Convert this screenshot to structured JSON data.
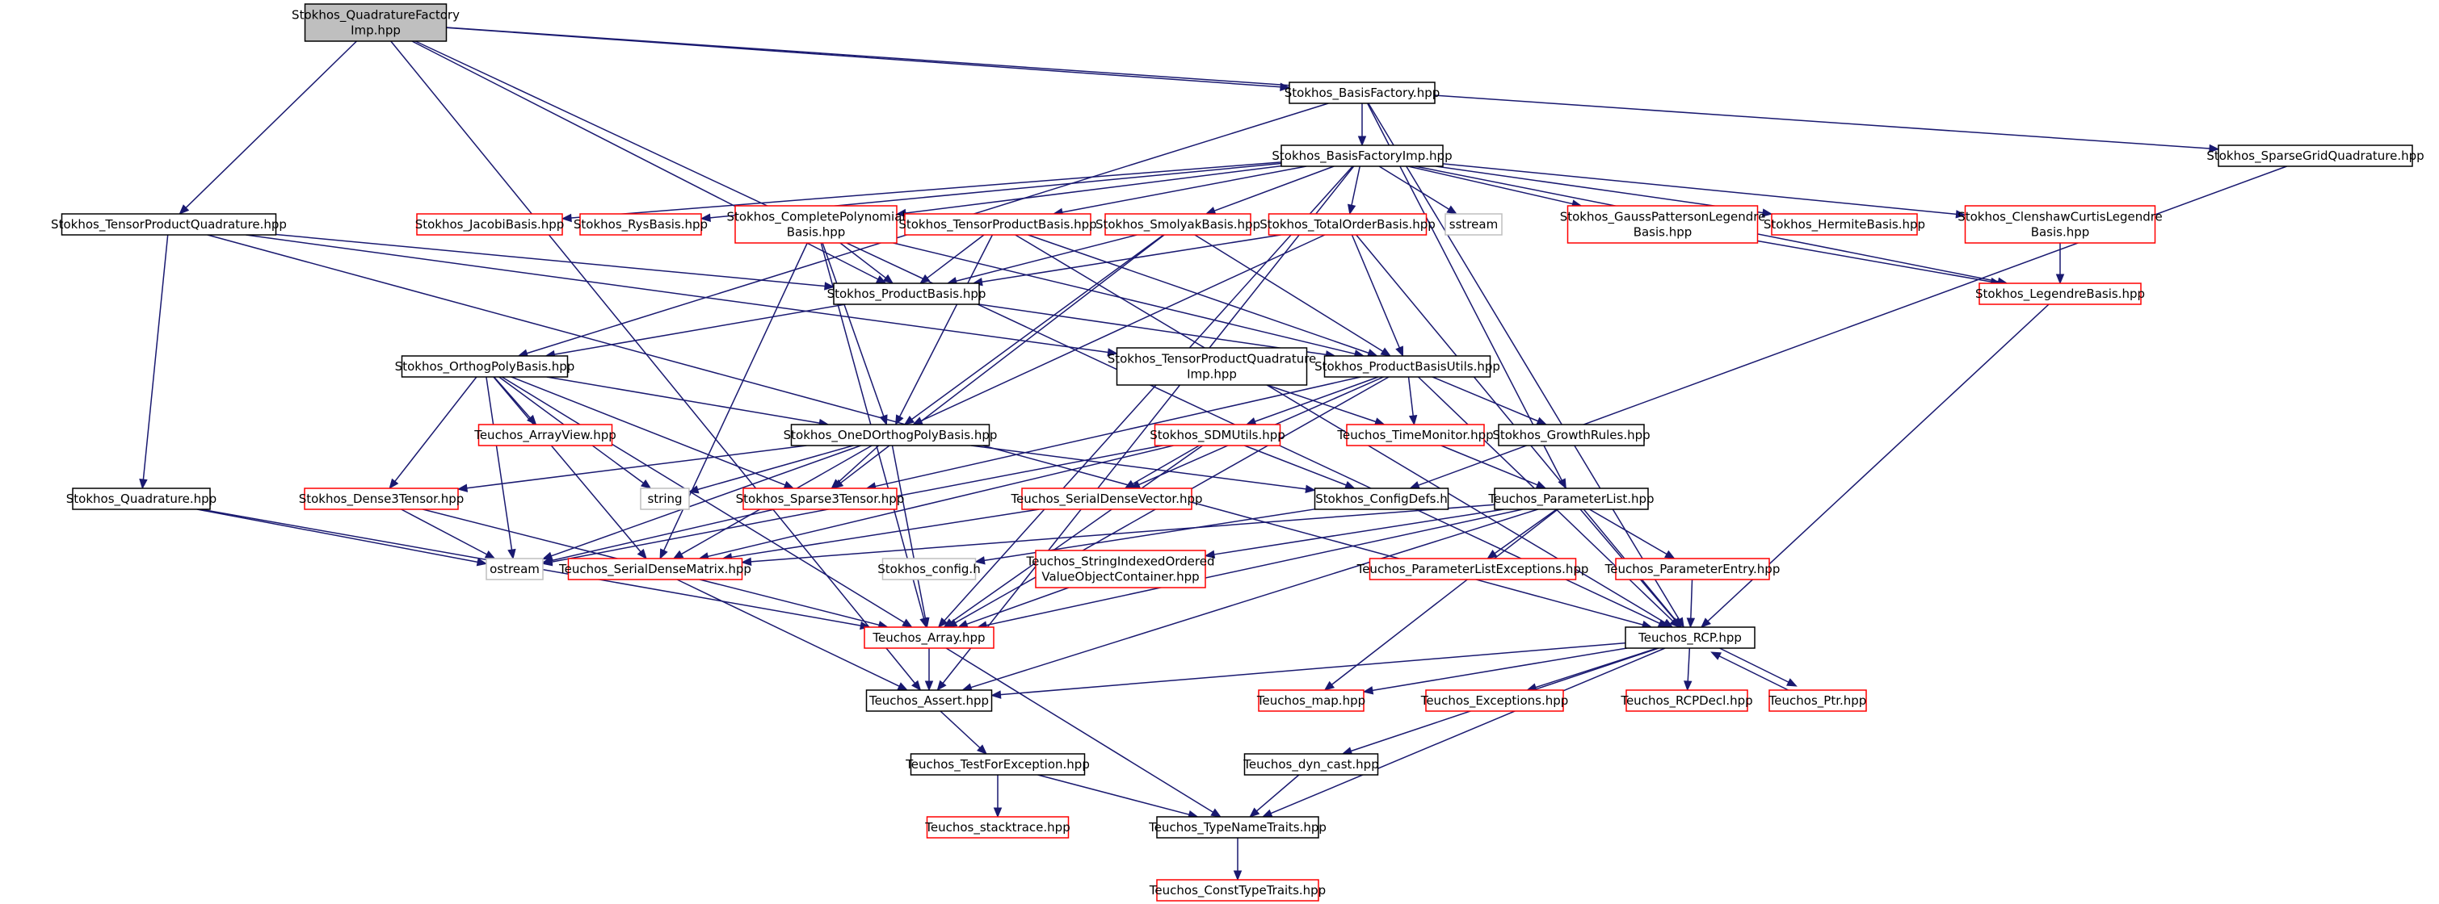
{
  "colors": {
    "edge": "#191970",
    "root_fill": "#bfbfbf",
    "documented_border": "#000000",
    "undocumented_border": "#ff0000",
    "external_border": "#bfbfbf",
    "node_fill": "#ffffff"
  },
  "nodes": [
    {
      "id": "qf",
      "lines": [
        "Stokhos_QuadratureFactory",
        "Imp.hpp"
      ],
      "kind": "root"
    },
    {
      "id": "bf",
      "lines": [
        "Stokhos_BasisFactory.hpp"
      ],
      "kind": "doc"
    },
    {
      "id": "bfi",
      "lines": [
        "Stokhos_BasisFactoryImp.hpp"
      ],
      "kind": "doc"
    },
    {
      "id": "sgq",
      "lines": [
        "Stokhos_SparseGridQuadrature.hpp"
      ],
      "kind": "doc"
    },
    {
      "id": "tpq",
      "lines": [
        "Stokhos_TensorProductQuadrature.hpp"
      ],
      "kind": "doc"
    },
    {
      "id": "jacobi",
      "lines": [
        "Stokhos_JacobiBasis.hpp"
      ],
      "kind": "undoc"
    },
    {
      "id": "rys",
      "lines": [
        "Stokhos_RysBasis.hpp"
      ],
      "kind": "undoc"
    },
    {
      "id": "cpb",
      "lines": [
        "Stokhos_CompletePolynomial",
        "Basis.hpp"
      ],
      "kind": "undoc"
    },
    {
      "id": "tpb",
      "lines": [
        "Stokhos_TensorProductBasis.hpp"
      ],
      "kind": "undoc"
    },
    {
      "id": "smol",
      "lines": [
        "Stokhos_SmolyakBasis.hpp"
      ],
      "kind": "undoc"
    },
    {
      "id": "tob",
      "lines": [
        "Stokhos_TotalOrderBasis.hpp"
      ],
      "kind": "undoc"
    },
    {
      "id": "sstream",
      "lines": [
        "sstream"
      ],
      "kind": "ext"
    },
    {
      "id": "gpl",
      "lines": [
        "Stokhos_GaussPattersonLegendre",
        "Basis.hpp"
      ],
      "kind": "undoc"
    },
    {
      "id": "herm",
      "lines": [
        "Stokhos_HermiteBasis.hpp"
      ],
      "kind": "undoc"
    },
    {
      "id": "ccl",
      "lines": [
        "Stokhos_ClenshawCurtisLegendre",
        "Basis.hpp"
      ],
      "kind": "undoc"
    },
    {
      "id": "pb",
      "lines": [
        "Stokhos_ProductBasis.hpp"
      ],
      "kind": "doc"
    },
    {
      "id": "legb",
      "lines": [
        "Stokhos_LegendreBasis.hpp"
      ],
      "kind": "undoc"
    },
    {
      "id": "opb",
      "lines": [
        "Stokhos_OrthogPolyBasis.hpp"
      ],
      "kind": "doc"
    },
    {
      "id": "tpqi",
      "lines": [
        "Stokhos_TensorProductQuadrature",
        "Imp.hpp"
      ],
      "kind": "doc"
    },
    {
      "id": "pbu",
      "lines": [
        "Stokhos_ProductBasisUtils.hpp"
      ],
      "kind": "doc"
    },
    {
      "id": "av",
      "lines": [
        "Teuchos_ArrayView.hpp"
      ],
      "kind": "undoc"
    },
    {
      "id": "odopb",
      "lines": [
        "Stokhos_OneDOrthogPolyBasis.hpp"
      ],
      "kind": "doc"
    },
    {
      "id": "sdmu",
      "lines": [
        "Stokhos_SDMUtils.hpp"
      ],
      "kind": "undoc"
    },
    {
      "id": "tm",
      "lines": [
        "Teuchos_TimeMonitor.hpp"
      ],
      "kind": "undoc"
    },
    {
      "id": "gr",
      "lines": [
        "Stokhos_GrowthRules.hpp"
      ],
      "kind": "doc"
    },
    {
      "id": "quad",
      "lines": [
        "Stokhos_Quadrature.hpp"
      ],
      "kind": "doc"
    },
    {
      "id": "d3t",
      "lines": [
        "Stokhos_Dense3Tensor.hpp"
      ],
      "kind": "undoc"
    },
    {
      "id": "string",
      "lines": [
        "string"
      ],
      "kind": "ext"
    },
    {
      "id": "s3t",
      "lines": [
        "Stokhos_Sparse3Tensor.hpp"
      ],
      "kind": "undoc"
    },
    {
      "id": "sdv",
      "lines": [
        "Teuchos_SerialDenseVector.hpp"
      ],
      "kind": "undoc"
    },
    {
      "id": "cfgd",
      "lines": [
        "Stokhos_ConfigDefs.h"
      ],
      "kind": "doc"
    },
    {
      "id": "pl",
      "lines": [
        "Teuchos_ParameterList.hpp"
      ],
      "kind": "doc"
    },
    {
      "id": "ostream",
      "lines": [
        "ostream"
      ],
      "kind": "ext"
    },
    {
      "id": "sdm",
      "lines": [
        "Teuchos_SerialDenseMatrix.hpp"
      ],
      "kind": "undoc"
    },
    {
      "id": "cfgh",
      "lines": [
        "Stokhos_config.h"
      ],
      "kind": "ext"
    },
    {
      "id": "sio",
      "lines": [
        "Teuchos_StringIndexedOrdered",
        "ValueObjectContainer.hpp"
      ],
      "kind": "undoc"
    },
    {
      "id": "ple",
      "lines": [
        "Teuchos_ParameterListExceptions.hpp"
      ],
      "kind": "undoc"
    },
    {
      "id": "pe",
      "lines": [
        "Teuchos_ParameterEntry.hpp"
      ],
      "kind": "undoc"
    },
    {
      "id": "arr",
      "lines": [
        "Teuchos_Array.hpp"
      ],
      "kind": "undoc"
    },
    {
      "id": "rcp",
      "lines": [
        "Teuchos_RCP.hpp"
      ],
      "kind": "doc"
    },
    {
      "id": "assert",
      "lines": [
        "Teuchos_Assert.hpp"
      ],
      "kind": "doc"
    },
    {
      "id": "map",
      "lines": [
        "Teuchos_map.hpp"
      ],
      "kind": "undoc"
    },
    {
      "id": "exc",
      "lines": [
        "Teuchos_Exceptions.hpp"
      ],
      "kind": "undoc"
    },
    {
      "id": "rcpd",
      "lines": [
        "Teuchos_RCPDecl.hpp"
      ],
      "kind": "undoc"
    },
    {
      "id": "ptr",
      "lines": [
        "Teuchos_Ptr.hpp"
      ],
      "kind": "undoc"
    },
    {
      "id": "tfe",
      "lines": [
        "Teuchos_TestForException.hpp"
      ],
      "kind": "doc"
    },
    {
      "id": "dc",
      "lines": [
        "Teuchos_dyn_cast.hpp"
      ],
      "kind": "doc"
    },
    {
      "id": "st",
      "lines": [
        "Teuchos_stacktrace.hpp"
      ],
      "kind": "undoc"
    },
    {
      "id": "tnt",
      "lines": [
        "Teuchos_TypeNameTraits.hpp"
      ],
      "kind": "doc"
    },
    {
      "id": "ctt",
      "lines": [
        "Teuchos_ConstTypeTraits.hpp"
      ],
      "kind": "undoc"
    }
  ],
  "edges": [
    [
      "qf",
      "bf"
    ],
    [
      "qf",
      "sgq"
    ],
    [
      "qf",
      "tpq"
    ],
    [
      "qf",
      "pb"
    ],
    [
      "qf",
      "assert"
    ],
    [
      "qf",
      "rcp"
    ],
    [
      "bf",
      "bfi"
    ],
    [
      "bf",
      "opb"
    ],
    [
      "bf",
      "pl"
    ],
    [
      "bf",
      "rcp"
    ],
    [
      "bfi",
      "jacobi"
    ],
    [
      "bfi",
      "rys"
    ],
    [
      "bfi",
      "cpb"
    ],
    [
      "bfi",
      "tpb"
    ],
    [
      "bfi",
      "smol"
    ],
    [
      "bfi",
      "tob"
    ],
    [
      "bfi",
      "sstream"
    ],
    [
      "bfi",
      "gpl"
    ],
    [
      "bfi",
      "herm"
    ],
    [
      "bfi",
      "ccl"
    ],
    [
      "bfi",
      "legb"
    ],
    [
      "bfi",
      "arr"
    ],
    [
      "bfi",
      "assert"
    ],
    [
      "sgq",
      "cfgd"
    ],
    [
      "tpq",
      "pb"
    ],
    [
      "tpq",
      "tpqi"
    ],
    [
      "tpq",
      "quad"
    ],
    [
      "tpq",
      "rcp"
    ],
    [
      "cpb",
      "pb"
    ],
    [
      "cpb",
      "pbu"
    ],
    [
      "cpb",
      "odopb"
    ],
    [
      "cpb",
      "sdm"
    ],
    [
      "cpb",
      "arr"
    ],
    [
      "tpb",
      "pb"
    ],
    [
      "tpb",
      "pbu"
    ],
    [
      "tpb",
      "odopb"
    ],
    [
      "tpb",
      "rcp"
    ],
    [
      "smol",
      "pb"
    ],
    [
      "smol",
      "pbu"
    ],
    [
      "smol",
      "odopb"
    ],
    [
      "smol",
      "s3t"
    ],
    [
      "tob",
      "pb"
    ],
    [
      "tob",
      "pbu"
    ],
    [
      "tob",
      "odopb"
    ],
    [
      "tob",
      "rcp"
    ],
    [
      "gpl",
      "legb"
    ],
    [
      "ccl",
      "legb"
    ],
    [
      "legb",
      "rcp"
    ],
    [
      "pb",
      "opb"
    ],
    [
      "pb",
      "pbu"
    ],
    [
      "opb",
      "odopb"
    ],
    [
      "opb",
      "av"
    ],
    [
      "opb",
      "d3t"
    ],
    [
      "opb",
      "s3t"
    ],
    [
      "opb",
      "string"
    ],
    [
      "opb",
      "ostream"
    ],
    [
      "opb",
      "sdm"
    ],
    [
      "opb",
      "arr"
    ],
    [
      "tpqi",
      "tm"
    ],
    [
      "pbu",
      "sdmu"
    ],
    [
      "pbu",
      "tm"
    ],
    [
      "pbu",
      "gr"
    ],
    [
      "pbu",
      "sdv"
    ],
    [
      "pbu",
      "s3t"
    ],
    [
      "pbu",
      "rcp"
    ],
    [
      "pbu",
      "arr"
    ],
    [
      "odopb",
      "d3t"
    ],
    [
      "odopb",
      "string"
    ],
    [
      "odopb",
      "s3t"
    ],
    [
      "odopb",
      "cfgd"
    ],
    [
      "odopb",
      "ostream"
    ],
    [
      "odopb",
      "sdm"
    ],
    [
      "odopb",
      "arr"
    ],
    [
      "sdmu",
      "sdv"
    ],
    [
      "sdmu",
      "cfgd"
    ],
    [
      "sdmu",
      "sdm"
    ],
    [
      "sdmu",
      "arr"
    ],
    [
      "sdmu",
      "ostream"
    ],
    [
      "tm",
      "pl"
    ],
    [
      "quad",
      "ostream"
    ],
    [
      "quad",
      "arr"
    ],
    [
      "d3t",
      "ostream"
    ],
    [
      "d3t",
      "arr"
    ],
    [
      "s3t",
      "ostream"
    ],
    [
      "sdv",
      "sdm"
    ],
    [
      "cfgd",
      "cfgh"
    ],
    [
      "pl",
      "sio"
    ],
    [
      "pl",
      "ple"
    ],
    [
      "pl",
      "pe"
    ],
    [
      "pl",
      "map"
    ],
    [
      "pl",
      "rcp"
    ],
    [
      "pl",
      "arr"
    ],
    [
      "pl",
      "assert"
    ],
    [
      "pl",
      "sdm"
    ],
    [
      "sdm",
      "assert"
    ],
    [
      "sio",
      "arr"
    ],
    [
      "pe",
      "rcp"
    ],
    [
      "arr",
      "assert"
    ],
    [
      "arr",
      "tnt"
    ],
    [
      "rcp",
      "assert"
    ],
    [
      "rcp",
      "map"
    ],
    [
      "rcp",
      "exc"
    ],
    [
      "rcp",
      "rcpd"
    ],
    [
      "rcp",
      "ptr"
    ],
    [
      "rcp",
      "dc"
    ],
    [
      "rcp",
      "tnt"
    ],
    [
      "ptr",
      "rcp"
    ],
    [
      "assert",
      "tfe"
    ],
    [
      "tfe",
      "st"
    ],
    [
      "tfe",
      "tnt"
    ],
    [
      "dc",
      "tnt"
    ],
    [
      "tnt",
      "ctt"
    ]
  ]
}
